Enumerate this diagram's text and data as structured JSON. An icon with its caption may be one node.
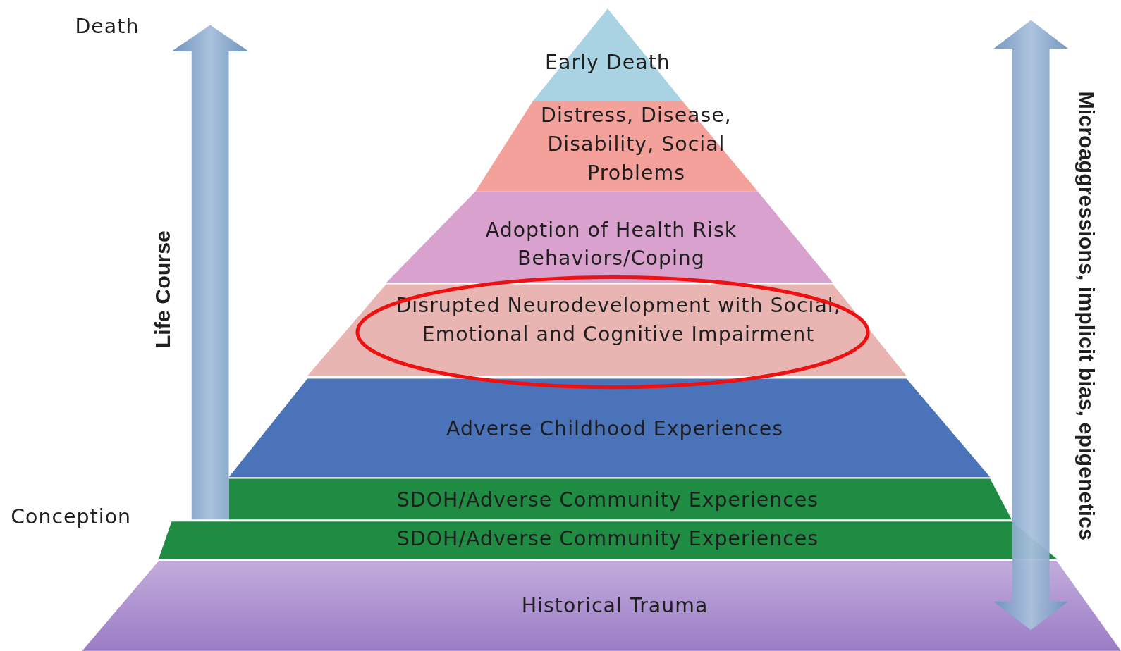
{
  "diagram": {
    "nodes": [
      {
        "text": [
          "Early Death"
        ]
      },
      {
        "text": [
          "Distress, Disease, Disability, Social Problems"
        ]
      },
      {
        "text": [
          "Adoption of Health Risk Behaviors/Coping"
        ]
      },
      {
        "text": [
          "Disrupted Neurodevelopment with Social, Emotional and Cognitive Impairment"
        ]
      },
      {
        "text": [
          "Adverse Childhood Experiences"
        ]
      },
      {
        "text": [
          "SDOH/Adverse Community Experiences"
        ]
      },
      {
        "text": [
          "SDOH/Adverse Community Experiences"
        ]
      },
      {
        "text": [
          "Historical Trauma"
        ]
      }
    ],
    "labels": [
      "Death",
      "Life Course",
      "Conception",
      "Microaggressions, implicit bias, epigenetics"
    ]
  }
}
